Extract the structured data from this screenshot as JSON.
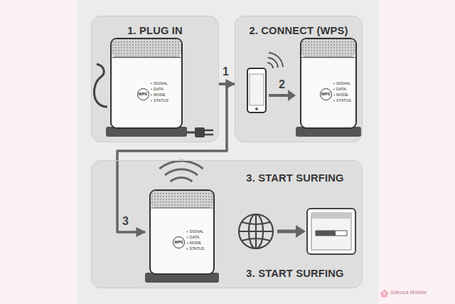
{
  "diagram": {
    "nodes": [
      {
        "text": [
          "1. PLUG IN"
        ]
      },
      {
        "text": [
          "WPS",
          "SIGNAL",
          "DATA",
          "MODE",
          "STATUS"
        ],
        "in": 0
      },
      {
        "text": [
          "2. CONNECT (WPS)"
        ]
      },
      {
        "text": [
          "WPS",
          "SIGNAL",
          "DATA",
          "MODE",
          "STATUS"
        ],
        "in": 2
      },
      {
        "text": [
          "3. START SURFING",
          "3. START SURFING"
        ]
      },
      {
        "text": [
          "WPS",
          "SIGNAL",
          "DATA",
          "MODE",
          "STATUS"
        ],
        "in": 4
      }
    ],
    "edges": [
      {
        "from": 0,
        "to": 2,
        "arrow": "to",
        "label": "1"
      },
      {
        "from": 0,
        "to": 5,
        "arrow": "to",
        "label": "3"
      }
    ],
    "labels": [
      "2",
      "Sakura Mobile"
    ]
  }
}
